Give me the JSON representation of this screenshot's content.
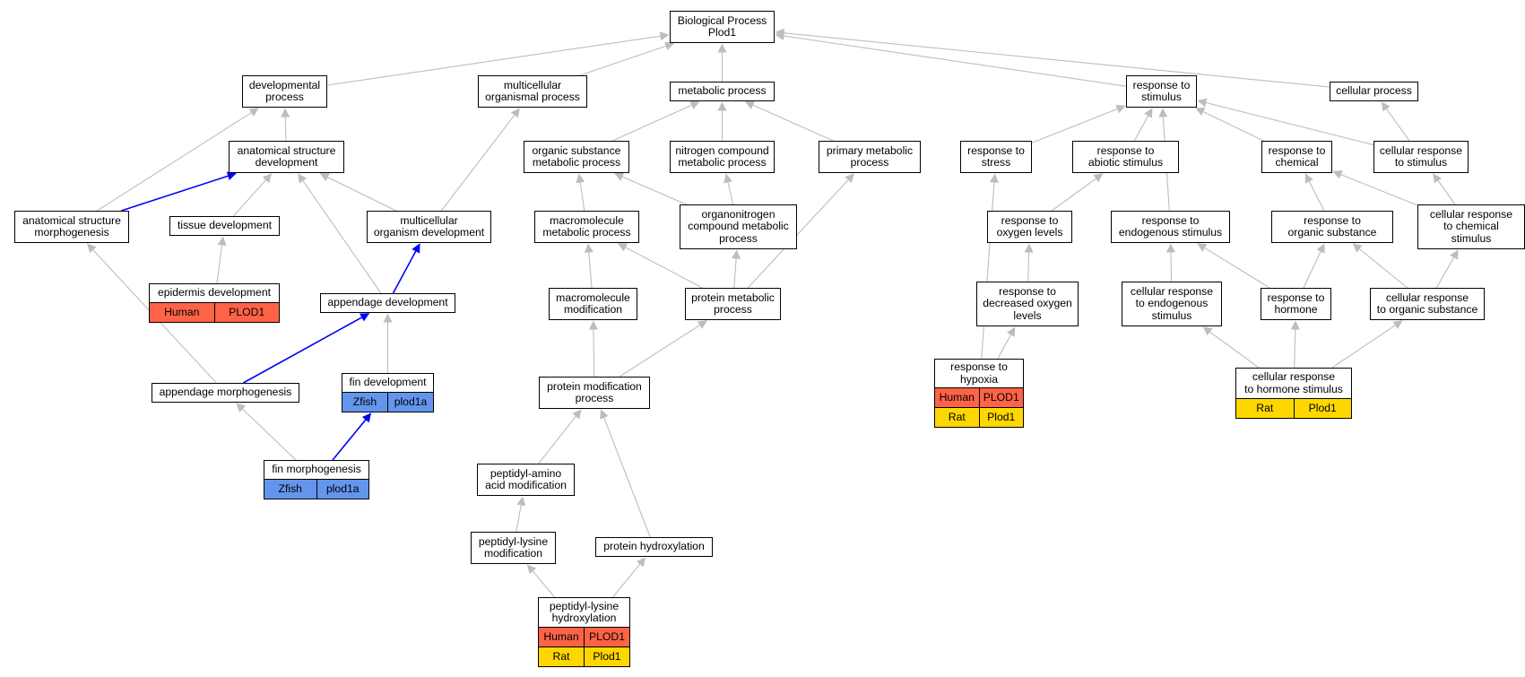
{
  "colors": {
    "edge_default": "#bdbdbd",
    "edge_highlight": "#0000ff",
    "human": "#ff6347",
    "zfish": "#6495ed",
    "rat": "#ffd700"
  },
  "nodes": [
    {
      "id": "bp",
      "lines": [
        "Biological Process",
        "Plod1"
      ]
    },
    {
      "id": "dev",
      "lines": [
        "developmental",
        "process"
      ]
    },
    {
      "id": "mcop",
      "lines": [
        "multicellular",
        "organismal process"
      ]
    },
    {
      "id": "met",
      "lines": [
        "metabolic process"
      ]
    },
    {
      "id": "rts",
      "lines": [
        "response to",
        "stimulus"
      ]
    },
    {
      "id": "cp",
      "lines": [
        "cellular process"
      ]
    },
    {
      "id": "asd",
      "lines": [
        "anatomical structure",
        "development"
      ]
    },
    {
      "id": "osmp",
      "lines": [
        "organic substance",
        "metabolic process"
      ]
    },
    {
      "id": "ncmp",
      "lines": [
        "nitrogen compound",
        "metabolic process"
      ]
    },
    {
      "id": "pmp",
      "lines": [
        "primary metabolic",
        "process"
      ]
    },
    {
      "id": "rtstress",
      "lines": [
        "response to",
        "stress"
      ]
    },
    {
      "id": "ras",
      "lines": [
        "response to",
        "abiotic stimulus"
      ]
    },
    {
      "id": "rtc",
      "lines": [
        "response to",
        "chemical"
      ]
    },
    {
      "id": "crts",
      "lines": [
        "cellular response",
        "to stimulus"
      ]
    },
    {
      "id": "asm",
      "lines": [
        "anatomical structure",
        "morphogenesis"
      ]
    },
    {
      "id": "td",
      "lines": [
        "tissue development"
      ]
    },
    {
      "id": "mod",
      "lines": [
        "multicellular",
        "organism development"
      ]
    },
    {
      "id": "mmp",
      "lines": [
        "macromolecule",
        "metabolic process"
      ]
    },
    {
      "id": "ocmp",
      "lines": [
        "organonitrogen",
        "compound metabolic",
        "process"
      ]
    },
    {
      "id": "rol",
      "lines": [
        "response to",
        "oxygen levels"
      ]
    },
    {
      "id": "res",
      "lines": [
        "response to",
        "endogenous stimulus"
      ]
    },
    {
      "id": "ros",
      "lines": [
        "response to",
        "organic substance"
      ]
    },
    {
      "id": "crcs",
      "lines": [
        "cellular response",
        "to chemical",
        "stimulus"
      ]
    },
    {
      "id": "ed",
      "lines": [
        "epidermis development"
      ],
      "tag": [
        "Human",
        "PLOD1"
      ],
      "tagColor": "human"
    },
    {
      "id": "ad",
      "lines": [
        "appendage development"
      ]
    },
    {
      "id": "mm",
      "lines": [
        "macromolecule",
        "modification"
      ]
    },
    {
      "id": "prmp",
      "lines": [
        "protein metabolic",
        "process"
      ]
    },
    {
      "id": "rdol",
      "lines": [
        "response to",
        "decreased oxygen",
        "levels"
      ]
    },
    {
      "id": "cres",
      "lines": [
        "cellular response",
        "to endogenous",
        "stimulus"
      ]
    },
    {
      "id": "rth",
      "lines": [
        "response to",
        "hormone"
      ]
    },
    {
      "id": "cros",
      "lines": [
        "cellular response",
        "to organic substance"
      ]
    },
    {
      "id": "fd",
      "lines": [
        "fin development"
      ],
      "tag": [
        "Zfish",
        "plod1a"
      ],
      "tagColor": "zfish"
    },
    {
      "id": "am",
      "lines": [
        "appendage morphogenesis"
      ]
    },
    {
      "id": "pmodp",
      "lines": [
        "protein modification",
        "process"
      ]
    },
    {
      "id": "rhyp",
      "lines": [
        "response to",
        "hypoxia"
      ],
      "tag": [
        "Human",
        "PLOD1"
      ],
      "tagColor": "human",
      "tag2": [
        "Rat",
        "Plod1"
      ],
      "tag2Color": "rat"
    },
    {
      "id": "crhs",
      "lines": [
        "cellular response",
        "to hormone stimulus"
      ],
      "tag": [
        "Rat",
        "Plod1"
      ],
      "tagColor": "rat"
    },
    {
      "id": "fm",
      "lines": [
        "fin morphogenesis"
      ],
      "tag": [
        "Zfish",
        "plod1a"
      ],
      "tagColor": "zfish"
    },
    {
      "id": "paam",
      "lines": [
        "peptidyl-amino",
        "acid modification"
      ]
    },
    {
      "id": "plm",
      "lines": [
        "peptidyl-lysine",
        "modification"
      ]
    },
    {
      "id": "ph",
      "lines": [
        "protein hydroxylation"
      ]
    },
    {
      "id": "plh",
      "lines": [
        "peptidyl-lysine",
        "hydroxylation"
      ],
      "tag": [
        "Human",
        "PLOD1"
      ],
      "tagColor": "human",
      "tag2": [
        "Rat",
        "Plod1"
      ],
      "tag2Color": "rat"
    }
  ],
  "edges": [
    {
      "from": "dev",
      "to": "bp"
    },
    {
      "from": "mcop",
      "to": "bp"
    },
    {
      "from": "met",
      "to": "bp"
    },
    {
      "from": "rts",
      "to": "bp"
    },
    {
      "from": "cp",
      "to": "bp"
    },
    {
      "from": "asd",
      "to": "dev"
    },
    {
      "from": "asm",
      "to": "dev"
    },
    {
      "from": "mod",
      "to": "mcop"
    },
    {
      "from": "osmp",
      "to": "met"
    },
    {
      "from": "ncmp",
      "to": "met"
    },
    {
      "from": "pmp",
      "to": "met"
    },
    {
      "from": "rtstress",
      "to": "rts"
    },
    {
      "from": "ras",
      "to": "rts"
    },
    {
      "from": "rtc",
      "to": "rts"
    },
    {
      "from": "crts",
      "to": "rts"
    },
    {
      "from": "res",
      "to": "rts"
    },
    {
      "from": "crts",
      "to": "cp"
    },
    {
      "from": "asm",
      "to": "asd",
      "hl": true
    },
    {
      "from": "td",
      "to": "asd"
    },
    {
      "from": "mod",
      "to": "asd"
    },
    {
      "from": "ad",
      "to": "asd"
    },
    {
      "from": "mmp",
      "to": "osmp"
    },
    {
      "from": "ocmp",
      "to": "osmp"
    },
    {
      "from": "ocmp",
      "to": "ncmp"
    },
    {
      "from": "prmp",
      "to": "pmp"
    },
    {
      "from": "rhyp",
      "to": "rtstress"
    },
    {
      "from": "rol",
      "to": "ras"
    },
    {
      "from": "ros",
      "to": "rtc"
    },
    {
      "from": "crcs",
      "to": "rtc"
    },
    {
      "from": "crcs",
      "to": "crts"
    },
    {
      "from": "am",
      "to": "asm"
    },
    {
      "from": "ed",
      "to": "td"
    },
    {
      "from": "ad",
      "to": "mod",
      "hl": true
    },
    {
      "from": "mm",
      "to": "mmp"
    },
    {
      "from": "prmp",
      "to": "mmp"
    },
    {
      "from": "prmp",
      "to": "ocmp"
    },
    {
      "from": "rdol",
      "to": "rol"
    },
    {
      "from": "cres",
      "to": "res"
    },
    {
      "from": "rth",
      "to": "res"
    },
    {
      "from": "rth",
      "to": "ros"
    },
    {
      "from": "cros",
      "to": "ros"
    },
    {
      "from": "cros",
      "to": "crcs"
    },
    {
      "from": "am",
      "to": "ad",
      "hl": true
    },
    {
      "from": "fd",
      "to": "ad"
    },
    {
      "from": "pmodp",
      "to": "mm"
    },
    {
      "from": "pmodp",
      "to": "prmp"
    },
    {
      "from": "rhyp",
      "to": "rdol"
    },
    {
      "from": "crhs",
      "to": "cres"
    },
    {
      "from": "crhs",
      "to": "rth"
    },
    {
      "from": "crhs",
      "to": "cros"
    },
    {
      "from": "fm",
      "to": "am"
    },
    {
      "from": "fm",
      "to": "fd",
      "hl": true
    },
    {
      "from": "paam",
      "to": "pmodp"
    },
    {
      "from": "ph",
      "to": "pmodp"
    },
    {
      "from": "plm",
      "to": "paam"
    },
    {
      "from": "plh",
      "to": "plm"
    },
    {
      "from": "plh",
      "to": "ph"
    }
  ]
}
